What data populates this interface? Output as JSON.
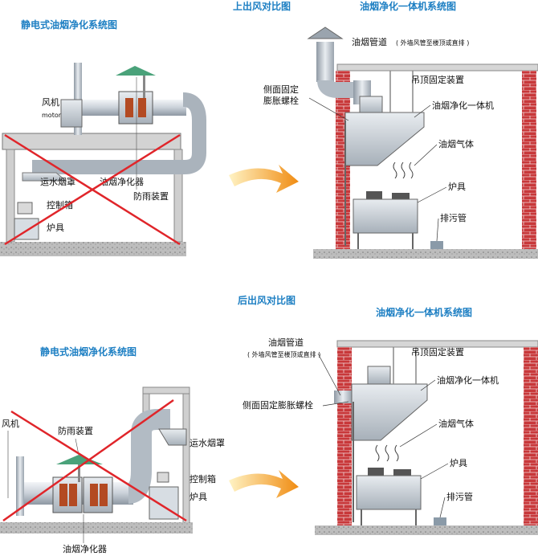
{
  "colors": {
    "caption": "#1d7fc3",
    "duct_light": "#dfe4ea",
    "duct_dark": "#8e98a3",
    "brick": "#c8383a",
    "cross": "#e0252a",
    "arrow_start": "#fff3c4",
    "arrow_end": "#f08c12",
    "ground": "#8a8a8a"
  },
  "panels": {
    "top_left": {
      "title": "静电式油烟净化系统图",
      "labels": {
        "fan": "风机",
        "fan_en": "motor",
        "hood": "运水烟罩",
        "purifier": "油烟净化器",
        "rain_cap": "防雨装置",
        "control_box": "控制箱",
        "stove": "炉具"
      }
    },
    "top_right": {
      "subtitle": "上出风对比图",
      "title": "油烟净化一体机系统图",
      "labels": {
        "duct": "油烟管道",
        "duct_note": "( 外墙风管至楼顶或直排 )",
        "bolt_line1": "侧面固定",
        "bolt_line2": "膨胀螺栓",
        "ceiling_mount": "吊顶固定装置",
        "unit": "油烟净化一体机",
        "fumes": "油烟气体",
        "stove": "炉具",
        "drain": "排污管"
      }
    },
    "bottom_left": {
      "title": "静电式油烟净化系统图",
      "labels": {
        "fan": "风机",
        "rain_cap": "防雨装置",
        "hood": "运水烟罩",
        "control_box": "控制箱",
        "stove": "炉具",
        "purifier": "油烟净化器"
      }
    },
    "bottom_right": {
      "subtitle": "后出风对比图",
      "title": "油烟净化一体机系统图",
      "labels": {
        "duct": "油烟管道",
        "duct_note": "( 外墙风管至楼顶或直排 )",
        "ceiling_mount": "吊顶固定装置",
        "unit": "油烟净化一体机",
        "bolt": "侧面固定膨胀螺栓",
        "fumes": "油烟气体",
        "stove": "炉具",
        "drain": "排污管"
      }
    }
  }
}
